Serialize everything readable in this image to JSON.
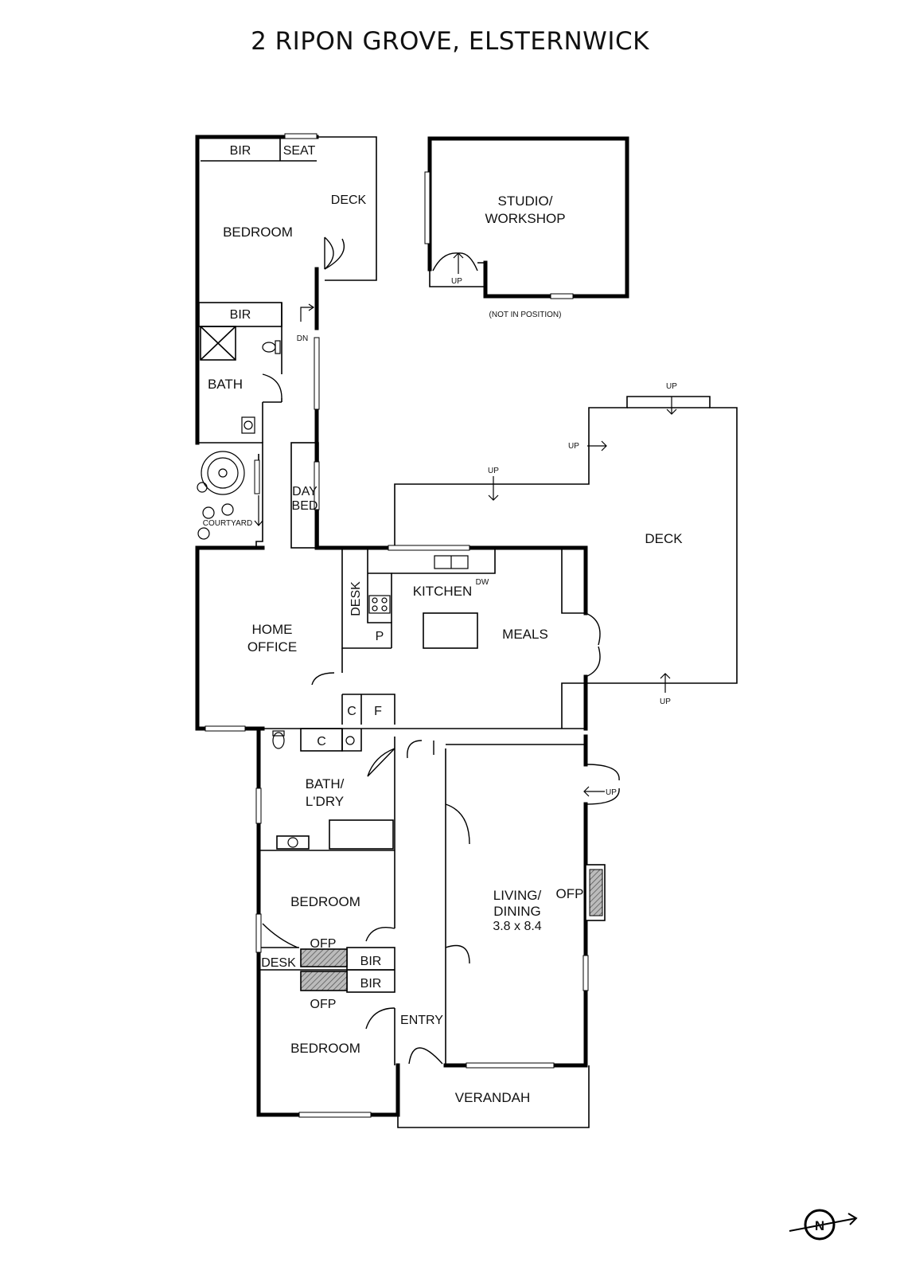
{
  "title": "2 RIPON GROVE, ELSTERNWICK",
  "labels": {
    "bir_top": "BIR",
    "seat": "SEAT",
    "deck_small": "DECK",
    "bedroom_top": "BEDROOM",
    "bir_mid": "BIR",
    "dn": "DN",
    "bath": "BATH",
    "courtyard": "COURTYARD",
    "day_bed_1": "DAY",
    "day_bed_2": "BED",
    "studio_1": "STUDIO/",
    "studio_2": "WORKSHOP",
    "studio_up": "UP",
    "not_in_position": "(NOT IN POSITION)",
    "deck_large": "DECK",
    "up_deck_top": "UP",
    "up_deck_left": "UP",
    "up_deck_mid": "UP",
    "up_deck_bottom": "UP",
    "desk_kitchen": "DESK",
    "kitchen": "KITCHEN",
    "dw": "DW",
    "pantry": "P",
    "meals": "MEALS",
    "home_office_1": "HOME",
    "home_office_2": "OFFICE",
    "cupboard_1": "C",
    "fridge": "F",
    "cupboard_2": "C",
    "bath_ldry_1": "BATH/",
    "bath_ldry_2": "L'DRY",
    "up_living": "UP",
    "bedroom_mid": "BEDROOM",
    "ofp_1": "OFP",
    "desk_bed": "DESK",
    "bir_bed1": "BIR",
    "bir_bed2": "BIR",
    "ofp_2": "OFP",
    "bedroom_bottom": "BEDROOM",
    "entry": "ENTRY",
    "living_1": "LIVING/",
    "living_2": "DINING",
    "living_dims": "3.8 x 8.4",
    "ofp_living": "OFP",
    "verandah": "VERANDAH",
    "north": "N"
  }
}
